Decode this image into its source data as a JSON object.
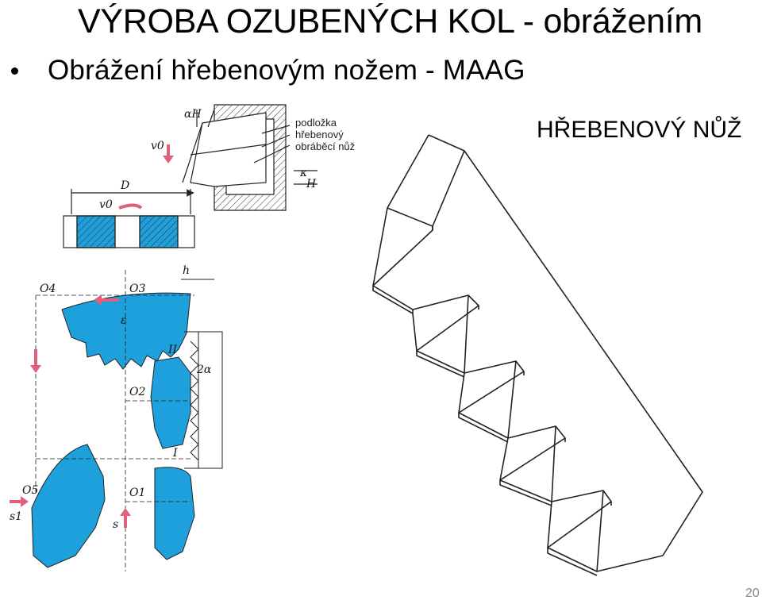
{
  "slide": {
    "title": "VÝROBA OZUBENÝCH KOL - obrážením",
    "bullet": "Obrážení hřebenovým nožem - MAAG",
    "rack_label": "HŘEBENOVÝ NŮŽ",
    "slide_number": "20"
  },
  "diagram": {
    "labels": {
      "alpha_h": "αH",
      "v0_top": "v0",
      "podlozka": "podložka",
      "hrebenovy": "hřebenový",
      "obrabeci_nuz": "obráběcí nůž",
      "kappa": "κ",
      "h_small": "H",
      "d": "D",
      "v0_disc": "v0",
      "h": "h",
      "o4": "O4",
      "o3": "O3",
      "epsilon": "ε",
      "roman_ii": "II",
      "two_alpha": "2α",
      "o2": "O2",
      "roman_i": "I",
      "o5": "O5",
      "s1": "s1",
      "o1": "O1",
      "s": "s"
    },
    "colors": {
      "gear_fill": "#1ea0dc",
      "arrow": "#e0607a",
      "line": "#222222"
    }
  }
}
